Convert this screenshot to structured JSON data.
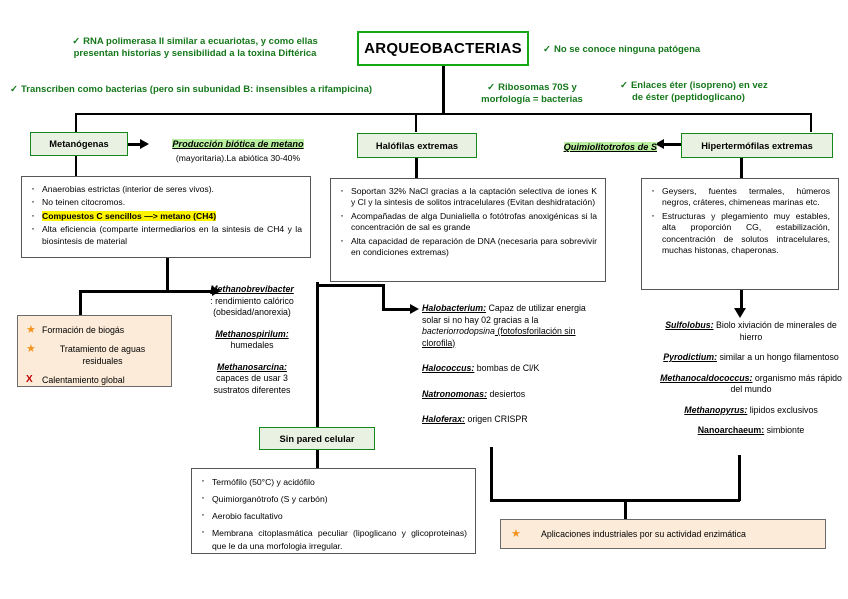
{
  "title": {
    "text": "ARQUEOBACTERIAS"
  },
  "header_notes": [
    {
      "id": "note-rna",
      "check": "✓",
      "lines": [
        "RNA polimerasa II similar a ecuariotas, y como ellas",
        "presentan historias y sensibilidad a la toxina Diftérica"
      ]
    },
    {
      "id": "note-patogena",
      "check": "✓",
      "lines": [
        "No se conoce ninguna patógena"
      ]
    },
    {
      "id": "note-transcriben",
      "check": "✓",
      "lines": [
        "Transcriben como bacterias (pero sin subunidad B: insensibles a rifampicina)"
      ]
    },
    {
      "id": "note-ribosomas",
      "check": "✓",
      "lines": [
        "Ribosomas 70S y",
        "morfología = bacterias"
      ]
    },
    {
      "id": "note-enlaces",
      "check": "✓",
      "lines": [
        "Enlaces éter (isopreno) en vez",
        "de éster (peptidoglicano)"
      ]
    }
  ],
  "categories": {
    "metanogenas": "Metanógenas",
    "halofilas": "Halófilas extremas",
    "hipertermofilas": "Hipertermófilas extremas",
    "sin_pared": "Sin pared celular"
  },
  "green_labels": {
    "produccion_biotica": "Producción biótica de metano",
    "quimiolitotrofos": "Quimiolitotrofos de S"
  },
  "produccion_sub": "(mayoritaria).La abiótica 30-40%",
  "panels": {
    "metanogenas": {
      "name": "metanogenas-bullets",
      "items": [
        {
          "text": "Anaerobias estrictas (interior de seres vivos).",
          "highlight": false
        },
        {
          "text": "No teinen citocromos.",
          "highlight": false
        },
        {
          "text": "Compuestos C sencillos —> metano (CH4)",
          "highlight": true
        },
        {
          "text": "Alta eficiencia (comparte intermediarios en la sintesis de CH4 y la biosintesis de material",
          "highlight": false
        }
      ]
    },
    "halofilas": {
      "name": "halofilas-bullets",
      "items": [
        {
          "text": "Soportan 32% NaCl gracias a la captación selectiva de iones K y Cl y la sintesis de solitos intracelulares (Evitan deshidratación)",
          "highlight": false
        },
        {
          "text": "Acompañadas de alga Dunialiella o fotótrofas anoxigénicas si la concentración de sal es grande",
          "highlight": false
        },
        {
          "text": "Alta capacidad de reparación de DNA (necesaria para sobrevivir en condiciones extremas)",
          "highlight": false
        }
      ]
    },
    "hipertermofilas": {
      "name": "hipertermofilas-bullets",
      "items": [
        {
          "text": "Geysers, fuentes termales, húmeros negros, cráteres, chimeneas marinas etc.",
          "highlight": false
        },
        {
          "text": "Estructuras y plegamiento muy estables, alta proporción CG, estabilización, concentración de solutos intracelulares, muchas histonas, chaperonas.",
          "highlight": false
        }
      ]
    },
    "sin_pared": {
      "name": "sin-pared-bullets",
      "items": [
        {
          "text": "Termófilo (50°C) y acidófilo",
          "highlight": false
        },
        {
          "text": "Quimiorganótrofo (S y carbón)",
          "highlight": false
        },
        {
          "text": "Aerobio facultativo",
          "highlight": false
        },
        {
          "text": "Membrana citoplasmática peculiar (lipoglicano y glicoproteinas) que le da una morfologia irregular.",
          "highlight": false
        }
      ]
    }
  },
  "star_panel_left": {
    "name": "biogas-star-panel",
    "rows": [
      {
        "icon": "star-icon",
        "glyph": "★",
        "kind": "star",
        "text": "Formación de biogás",
        "center": false
      },
      {
        "icon": "star-icon",
        "glyph": "★",
        "kind": "star",
        "text": "Tratamiento de aguas residuales",
        "center": false
      },
      {
        "icon": "cross-icon",
        "glyph": "X",
        "kind": "cross",
        "text": "Calentamiento global",
        "center": false
      }
    ]
  },
  "star_panel_bottom": {
    "name": "aplicaciones-star-panel",
    "icon": "star-icon",
    "glyph": "★",
    "text": "Aplicaciones industriales por su actividad enzimática"
  },
  "genera_methano": {
    "name": "methano-genera-list",
    "entries": [
      {
        "nm": "Methanobrevibacter",
        "rest": "",
        "lines": [
          ": rendimiento calórico",
          "(obesidad/anorexia)"
        ]
      },
      {
        "nm": "Methanospirilum:",
        "rest": "",
        "lines": [
          "humedales"
        ]
      },
      {
        "nm": "Methanosarcina:",
        "rest": "",
        "lines": [
          "capaces de usar 3",
          "sustratos diferentes"
        ]
      }
    ]
  },
  "genera_halo": {
    "name": "halo-genera-list",
    "entries": [
      {
        "nm": "Halobacterium:",
        "rest": " Capaz de utilizar energia solar si no hay 02 gracias a la ",
        "italic": "bacteriorrodopsina",
        "underline": " (fotofosforilación sin clorofila)"
      },
      {
        "nm": "Halococcus:",
        "rest": " bombas de Cl/K"
      },
      {
        "nm": "Natronomonas:",
        "rest": " desiertos"
      },
      {
        "nm": "Haloferax:",
        "rest": " origen CRISPR"
      }
    ]
  },
  "genera_hiper": {
    "name": "hiper-genera-list",
    "entries": [
      {
        "nm": "Sulfolobus:",
        "rest": " Biolo xiviación de minerales de hierro"
      },
      {
        "nm": "Pyrodictium:",
        "rest": " similar a un hongo filamentoso"
      },
      {
        "nm": "Methanocaldococcus:",
        "rest": " organismo más rápido del mundo"
      },
      {
        "nm": "Methanopyrus:",
        "rest": " lipidos exclusivos"
      },
      {
        "nm": "Nanoarchaeum:",
        "rest": " simbionte",
        "plain": true
      }
    ]
  },
  "colors": {
    "green_text": "#15781B",
    "green_border": "#14881B",
    "green_fill": "#E9F2E2",
    "highlight_yellow": "#FFF400",
    "highlight_green": "#B8F0A0",
    "peach_fill": "#FCEBD8",
    "star_orange": "#F3931E",
    "cross_red": "#C00000"
  }
}
